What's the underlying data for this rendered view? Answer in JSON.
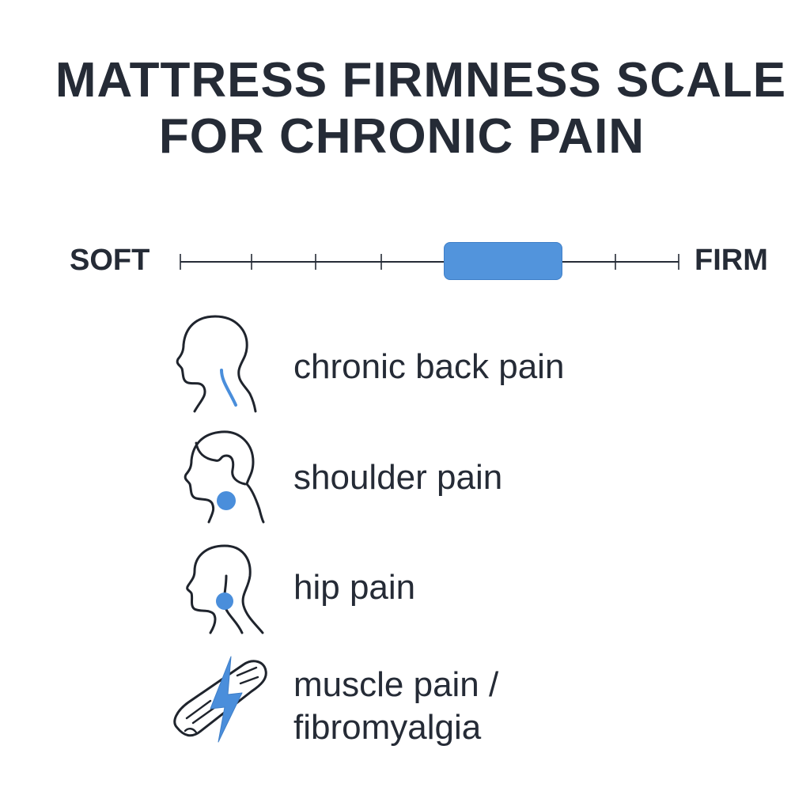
{
  "title": {
    "line1": "MATTRESS FIRMNESS SCALE",
    "line2": "FOR CHRONIC PAIN"
  },
  "scale": {
    "left_label": "SOFT",
    "right_label": "FIRM",
    "tick_count": 7,
    "highlight_range": "medium-firm",
    "highlight_color": "#5294dc",
    "line_color": "#252b36"
  },
  "conditions": [
    {
      "label": "chronic back pain",
      "icon": "head-spine-icon"
    },
    {
      "label": "shoulder pain",
      "icon": "head-shoulder-icon"
    },
    {
      "label": "hip pain",
      "icon": "head-hip-icon"
    },
    {
      "label_line1": "muscle pain /",
      "label_line2": "fibromyalgia",
      "icon": "muscle-lightning-icon"
    }
  ],
  "colors": {
    "text": "#252b36",
    "accent": "#4a8edb"
  }
}
